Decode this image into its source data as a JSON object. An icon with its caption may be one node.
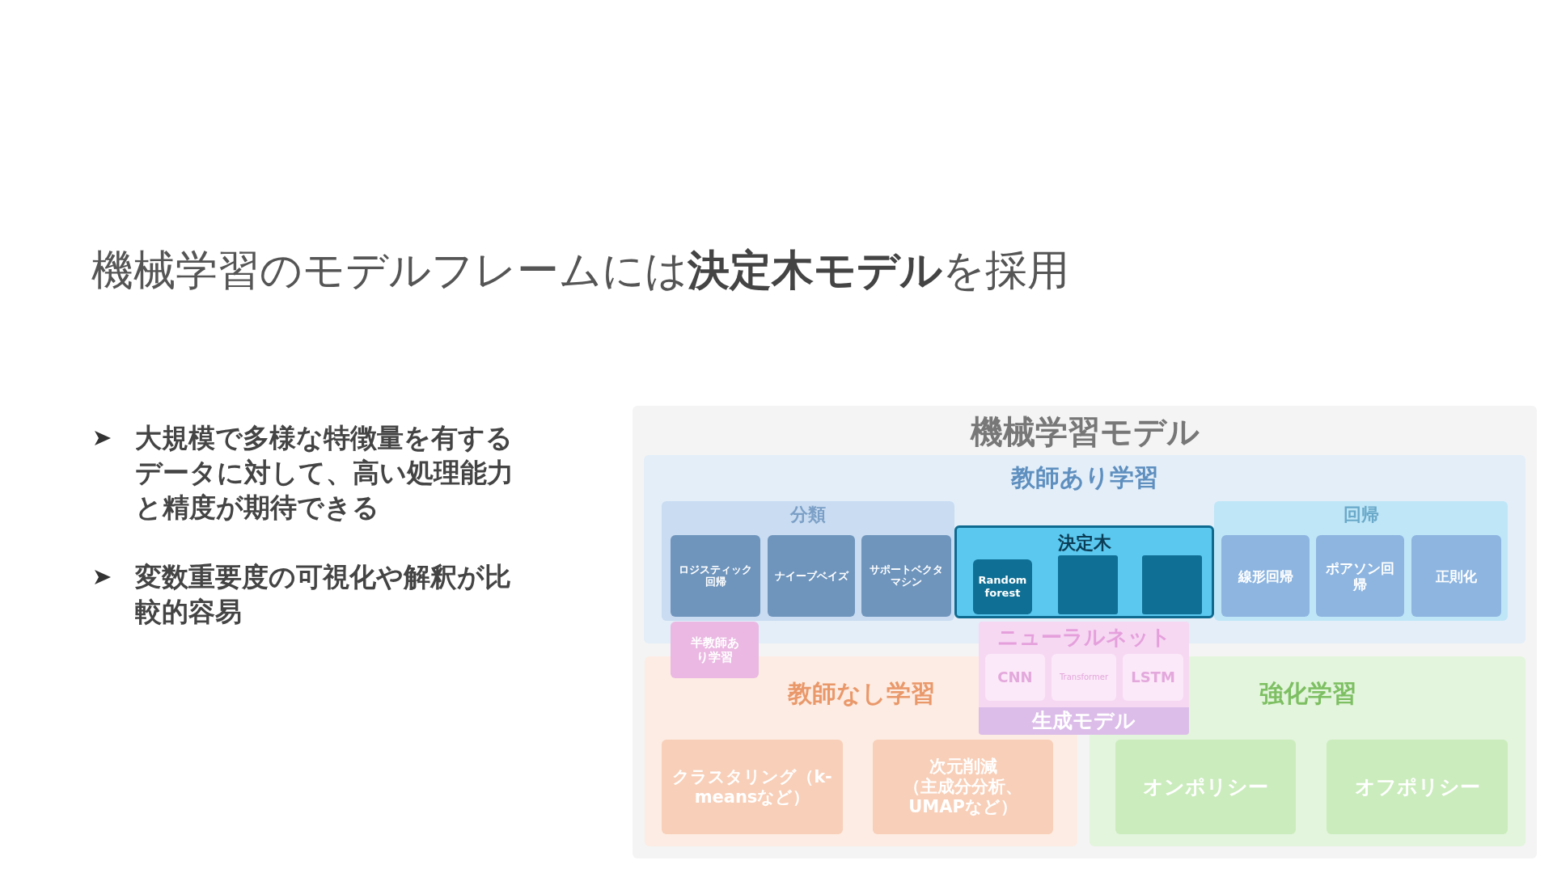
{
  "diagram": {
    "title": "機械学習のモデルフレームには**決定木モデル**を採用",
    "nodes": [
      {
        "text": [
          "機械学習モデル"
        ]
      },
      {
        "text": [
          "教師あり学習"
        ],
        "in": 0
      },
      {
        "text": [
          "分類"
        ],
        "in": 1
      },
      {
        "text": [
          "ロジスティック回帰"
        ],
        "in": 2
      },
      {
        "text": [
          "ナイーブベイズ"
        ],
        "in": 2
      },
      {
        "text": [
          "サポートベクタマシン"
        ],
        "in": 2
      },
      {
        "text": [
          "決定木"
        ],
        "in": 1
      },
      {
        "text": [
          "Random forest"
        ],
        "in": 6
      },
      {
        "text": [],
        "shape": "box",
        "in": 6
      },
      {
        "text": [],
        "shape": "box",
        "in": 6
      },
      {
        "text": [
          "回帰"
        ],
        "in": 1
      },
      {
        "text": [
          "線形回帰"
        ],
        "in": 10
      },
      {
        "text": [
          "ポアソン回帰"
        ],
        "in": 10
      },
      {
        "text": [
          "正則化"
        ],
        "in": 10
      },
      {
        "text": [
          "半教師あり学習"
        ],
        "in": 0
      },
      {
        "text": [
          "教師なし学習"
        ],
        "in": 0
      },
      {
        "text": [
          "クラスタリング（k-meansなど）"
        ],
        "in": 15
      },
      {
        "text": [
          "次元削減（主成分分析、UMAPなど）"
        ],
        "in": 15
      },
      {
        "text": [
          "強化学習"
        ],
        "in": 0
      },
      {
        "text": [
          "オンポリシー"
        ],
        "in": 18
      },
      {
        "text": [
          "オフポリシー"
        ],
        "in": 18
      },
      {
        "text": [
          "ニューラルネット"
        ],
        "in": 0
      },
      {
        "text": [
          "CNN"
        ]
      },
      {
        "text": [
          "Transformer"
        ],
        "in": 21
      },
      {
        "text": [
          "LSTM"
        ]
      },
      {
        "text": [
          "生成モデル"
        ],
        "in": 0
      }
    ],
    "labels": [
      "大規模で多様な特徴量を有するデータに対して、高い処理能力と精度が期待できる",
      "変数重要度の可視化や解釈が比較的容易"
    ]
  }
}
